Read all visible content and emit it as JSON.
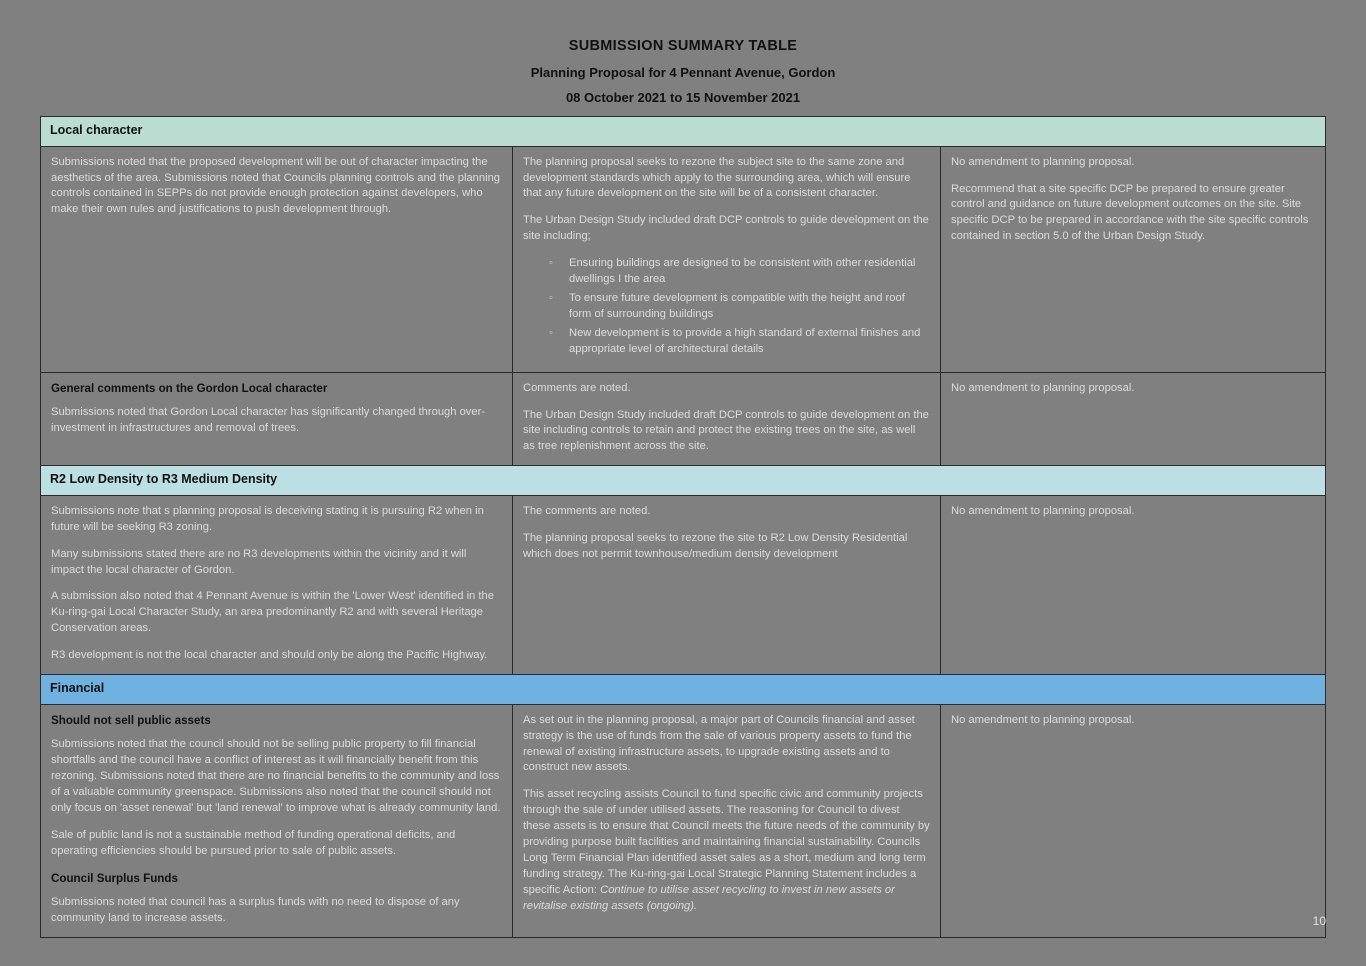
{
  "document": {
    "title": "SUBMISSION SUMMARY TABLE",
    "subtitle": "Planning Proposal for 4 Pennant Avenue, Gordon",
    "date_range": "08 October 2021 to 15 November 2021",
    "page_number": "10"
  },
  "colors": {
    "header_local_character": "#b9ddd1",
    "header_r2_r3": "#bcdfe3",
    "header_financial": "#6fb1e1",
    "page_background": "#808080",
    "border": "#2b2b2b"
  },
  "sections": {
    "local_character": {
      "heading": "Local character",
      "row1": {
        "submission": "Submissions noted that the proposed development will be out of character impacting the aesthetics of the area. Submissions noted that Councils planning controls and the planning controls contained in SEPPs do not provide enough protection against developers, who make their own rules and justifications to push development through.",
        "response_p1": "The planning proposal seeks to rezone the subject site to the same zone and development standards which apply to the surrounding area, which will ensure that any future development on the site will be of a consistent character.",
        "response_p2": "The Urban Design Study included draft DCP controls to guide development on the site including;",
        "response_bullets": [
          "Ensuring buildings are designed to be consistent with other residential dwellings I the area",
          "To ensure future development is compatible with the height and roof form of surrounding buildings",
          "New development is to provide a high standard of external finishes and appropriate level of architectural details"
        ],
        "recommendation_p1": "No amendment to planning proposal.",
        "recommendation_p2": "Recommend that a site specific DCP be prepared to ensure greater control and guidance on future development outcomes on the site. Site specific DCP to be prepared in accordance with the site specific controls contained in section 5.0 of the Urban Design Study."
      },
      "row2": {
        "submission_subhead": "General comments on the Gordon Local character",
        "submission": "Submissions noted that Gordon Local character has significantly changed through over-investment in infrastructures and removal of trees.",
        "response_p1": "Comments are noted.",
        "response_p2": "The Urban Design Study included draft DCP controls to guide development on the site including controls to retain and protect the existing trees on the site, as well as tree replenishment across the site.",
        "recommendation_p1": "No amendment to planning proposal."
      }
    },
    "r2_r3": {
      "heading": "R2 Low Density to R3 Medium Density",
      "row1": {
        "submission_p1": "Submissions note that s planning proposal is deceiving stating it is pursuing R2 when in future will be seeking R3 zoning.",
        "submission_p2": "Many submissions stated there are no R3 developments within the vicinity and it will impact the local character of Gordon.",
        "submission_p3": "A submission also noted that 4 Pennant Avenue is within the 'Lower West' identified in the Ku-ring-gai Local Character Study, an area predominantly R2 and with several Heritage Conservation areas.",
        "submission_p4": "R3 development is not the local character and should only be along the Pacific Highway.",
        "response_p1": "The comments are noted.",
        "response_p2": "The planning proposal seeks to rezone the site to R2 Low Density Residential which does not permit townhouse/medium density development",
        "recommendation_p1": "No amendment to planning proposal."
      }
    },
    "financial": {
      "heading": "Financial",
      "row1": {
        "submission_subhead_1": "Should not sell public assets",
        "submission_p1": "Submissions noted that the council should not be selling public property to fill financial shortfalls and the council have a conflict of interest as it will financially benefit from this rezoning. Submissions noted that there are no financial benefits to the community and loss of a valuable community greenspace. Submissions also noted that the council should not only focus on 'asset renewal' but 'land renewal' to improve what is already community land.",
        "submission_p2": "Sale of public land is not a sustainable method of funding operational deficits, and operating efficiencies should be pursued prior to sale of public assets.",
        "submission_subhead_2": "Council Surplus Funds",
        "submission_p3": "Submissions noted that council has a surplus funds with no need to dispose of any community land to increase assets.",
        "response_p1": "As set out in the planning proposal, a major part of Councils financial and asset strategy is the use of funds from the sale of various property assets to fund the renewal of existing infrastructure assets, to upgrade existing assets and to construct new assets.",
        "response_p2_part1": "This asset recycling assists Council to fund specific civic and community projects through the sale of under utilised assets. The reasoning for Council to divest these assets is to ensure that Council meets the future needs of the community by providing purpose built facilities and maintaining financial sustainability. Councils Long Term Financial Plan identified asset sales as a short, medium and long term funding strategy. The Ku-ring-gai Local Strategic Planning Statement includes a specific Action: ",
        "response_p2_italic": "Continue to utilise asset recycling to invest in new assets or revitalise existing assets (ongoing).",
        "recommendation_p1": "No amendment to planning proposal."
      }
    }
  }
}
